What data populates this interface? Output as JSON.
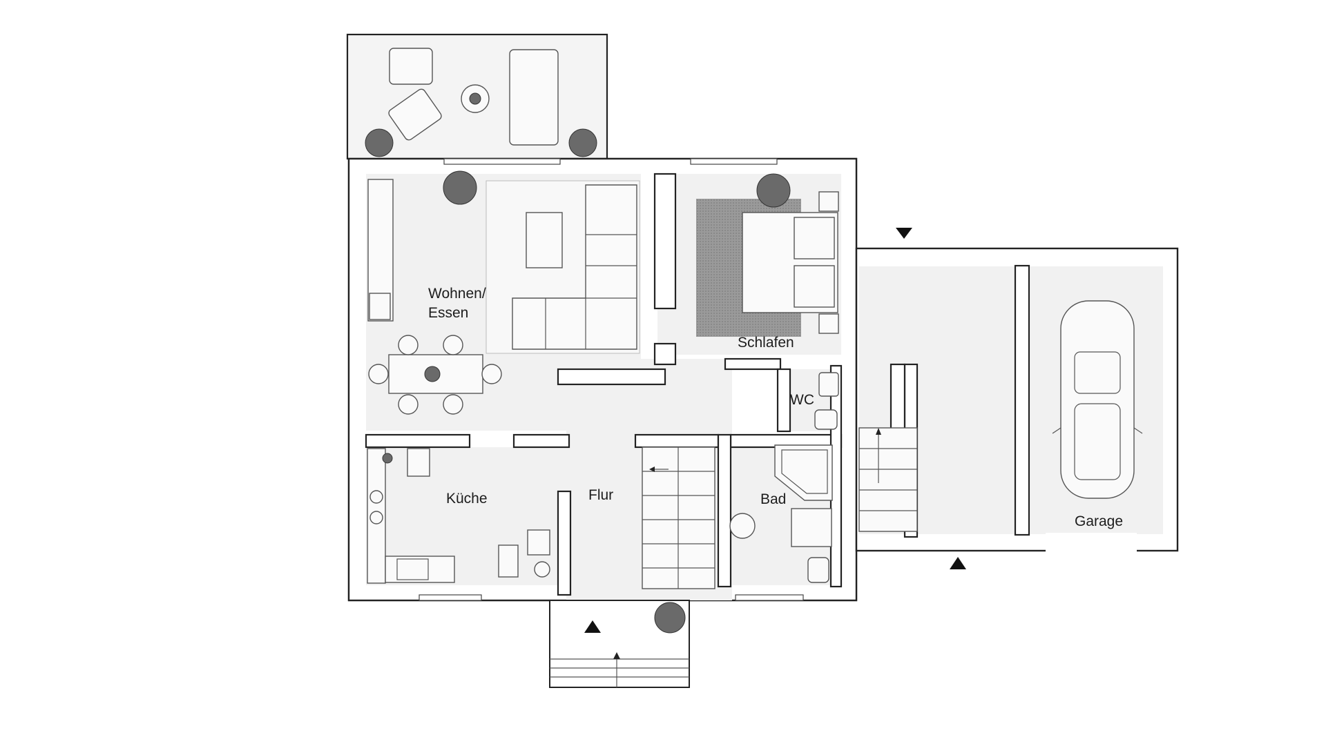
{
  "plan": {
    "rooms": [
      {
        "id": "wohnen",
        "lines": [
          "Wohnen/",
          "Essen"
        ]
      },
      {
        "id": "schlafen",
        "lines": [
          "Schlafen"
        ]
      },
      {
        "id": "wc",
        "lines": [
          "WC"
        ]
      },
      {
        "id": "kueche",
        "lines": [
          "Küche"
        ]
      },
      {
        "id": "flur",
        "lines": [
          "Flur"
        ]
      },
      {
        "id": "bad",
        "lines": [
          "Bad"
        ]
      },
      {
        "id": "garage",
        "lines": [
          "Garage"
        ]
      }
    ],
    "entrances": [
      "main-entrance",
      "annex-entrance-top",
      "annex-entrance-bottom"
    ]
  }
}
